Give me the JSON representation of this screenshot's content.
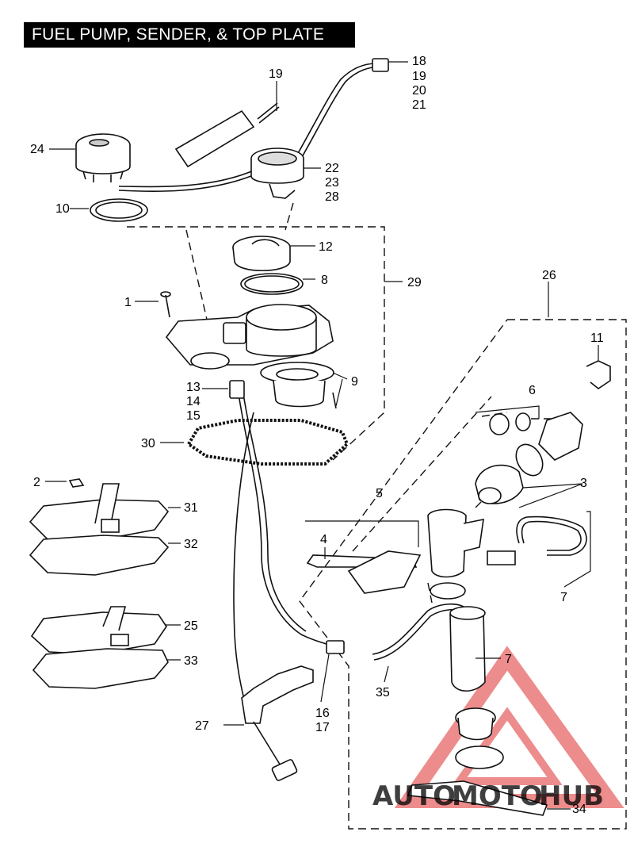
{
  "title": "FUEL PUMP, SENDER, & TOP PLATE",
  "watermark": {
    "part1": "AUTO",
    "part2": "MOTO",
    "part3": "HUB"
  },
  "colors": {
    "wm_orange": "#f5a623",
    "wm_red": "#e03030",
    "wm_gray": "#8a8a8a",
    "ink": "#111111"
  },
  "labels": {
    "l1": "1",
    "l2": "2",
    "l3": "3",
    "l4": "4",
    "l5": "5",
    "l6": "6",
    "l7a": "7",
    "l7b": "7",
    "l8": "8",
    "l9": "9",
    "l10": "10",
    "l11": "11",
    "l12": "12",
    "l13": "13",
    "l14": "14",
    "l15": "15",
    "l16": "16",
    "l17": "17",
    "l18": "18",
    "l19a": "19",
    "l19b": "19",
    "l20": "20",
    "l21": "21",
    "l22": "22",
    "l23": "23",
    "l24": "24",
    "l25": "25",
    "l26": "26",
    "l27": "27",
    "l28": "28",
    "l29": "29",
    "l30": "30",
    "l31": "31",
    "l32": "32",
    "l33": "33",
    "l34": "34",
    "l35": "35"
  }
}
